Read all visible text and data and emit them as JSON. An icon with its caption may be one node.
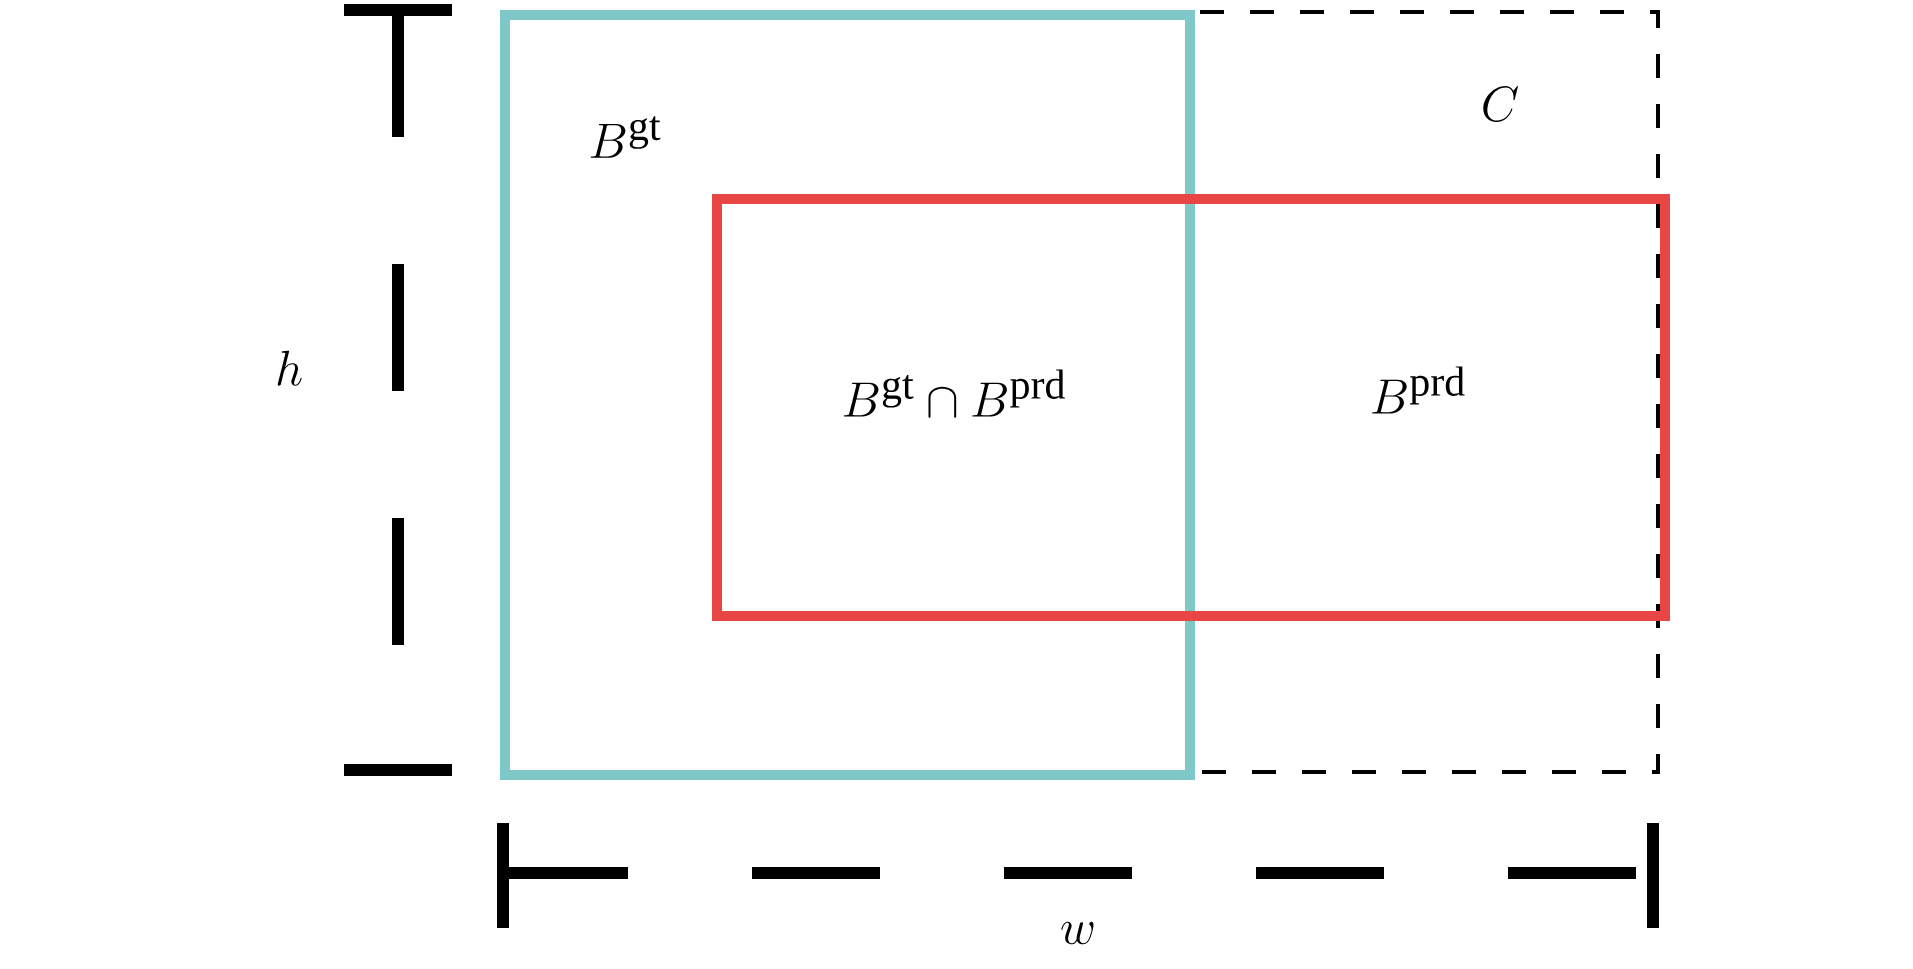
{
  "diagram": {
    "nodes": [
      {
        "text": [
          "C"
        ]
      },
      {
        "text": [
          "B^{\\mathrm{gt}}"
        ],
        "in": 0
      },
      {
        "text": [
          "B^{\\mathrm{prd}}"
        ],
        "in": 0
      }
    ],
    "edges": [],
    "labels": [
      "B^{\\mathrm{gt}}\\cap B^{\\mathrm{prd}}",
      "h",
      "w"
    ]
  }
}
